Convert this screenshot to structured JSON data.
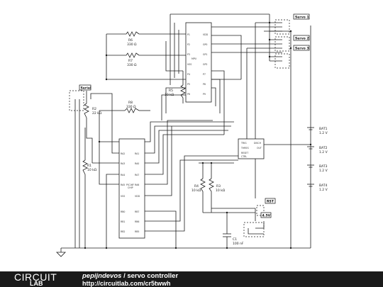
{
  "schematic": {
    "servo_labels": [
      "Servo 1",
      "Servo 2",
      "Servo 3"
    ],
    "serial_label": "Serial",
    "rst_label": "RST",
    "v45_label": "4.5V",
    "resistors": [
      {
        "name": "R6",
        "value": "330 Ω"
      },
      {
        "name": "R7",
        "value": "330 Ω"
      },
      {
        "name": "R8",
        "value": "330 Ω"
      },
      {
        "name": "R5",
        "value": "10 kΩ"
      },
      {
        "name": "R2",
        "value": "22 kΩ"
      },
      {
        "name": "R1",
        "value": "10 kΩ"
      },
      {
        "name": "R4",
        "value": "10 kΩ"
      },
      {
        "name": "R3",
        "value": "10 kΩ"
      }
    ],
    "batteries": [
      {
        "name": "BAT1",
        "value": "1.2 V"
      },
      {
        "name": "BAT2",
        "value": "1.2 V"
      },
      {
        "name": "BAT3",
        "value": "1.2 V"
      },
      {
        "name": "BAT4",
        "value": "1.2 V"
      }
    ],
    "capacitor": {
      "name": "C1",
      "value": "100 nF"
    }
  },
  "footer": {
    "logo_top": "CIRCUIT",
    "logo_bottom": "LAB",
    "author": "pepijndevos",
    "separator": " / ",
    "title": "servo controller",
    "url": "http://circuitlab.com/cr5twwh"
  }
}
